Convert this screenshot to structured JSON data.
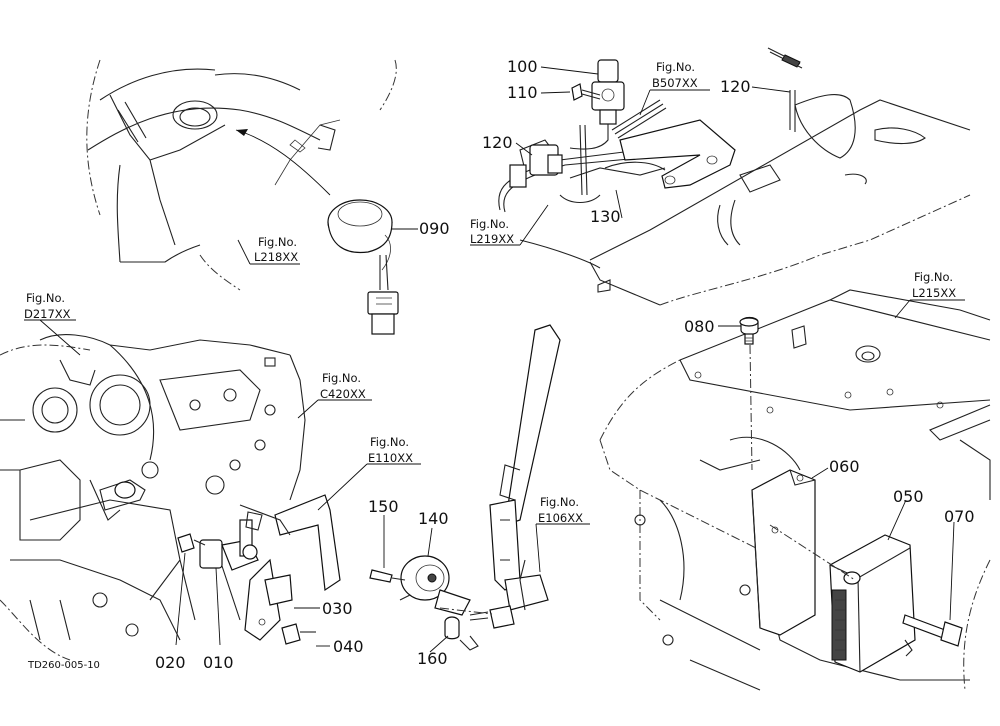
{
  "callouts": [
    {
      "id": "p100",
      "text": "100"
    },
    {
      "id": "p110",
      "text": "110"
    },
    {
      "id": "p120a",
      "text": "120"
    },
    {
      "id": "p120b",
      "text": "120"
    },
    {
      "id": "p130",
      "text": "130"
    },
    {
      "id": "p090",
      "text": "090"
    },
    {
      "id": "p080",
      "text": "080"
    },
    {
      "id": "p060",
      "text": "060"
    },
    {
      "id": "p050",
      "text": "050"
    },
    {
      "id": "p070",
      "text": "070"
    },
    {
      "id": "p150",
      "text": "150"
    },
    {
      "id": "p140",
      "text": "140"
    },
    {
      "id": "p160",
      "text": "160"
    },
    {
      "id": "p030",
      "text": "030"
    },
    {
      "id": "p040",
      "text": "040"
    },
    {
      "id": "p020",
      "text": "020"
    },
    {
      "id": "p010",
      "text": "010"
    }
  ],
  "figrefs": [
    {
      "id": "L218",
      "line1": "Fig.No.",
      "line2": "L218XX"
    },
    {
      "id": "B507",
      "line1": "Fig.No.",
      "line2": "B507XX"
    },
    {
      "id": "L219",
      "line1": "Fig.No.",
      "line2": "L219XX"
    },
    {
      "id": "L215",
      "line1": "Fig.No.",
      "line2": "L215XX"
    },
    {
      "id": "D217",
      "line1": "Fig.No.",
      "line2": "D217XX"
    },
    {
      "id": "C420",
      "line1": "Fig.No.",
      "line2": "C420XX"
    },
    {
      "id": "E110",
      "line1": "Fig.No.",
      "line2": "E110XX"
    },
    {
      "id": "E106",
      "line1": "Fig.No.",
      "line2": "E106XX"
    }
  ],
  "drawing_code": "TD260-005-10"
}
